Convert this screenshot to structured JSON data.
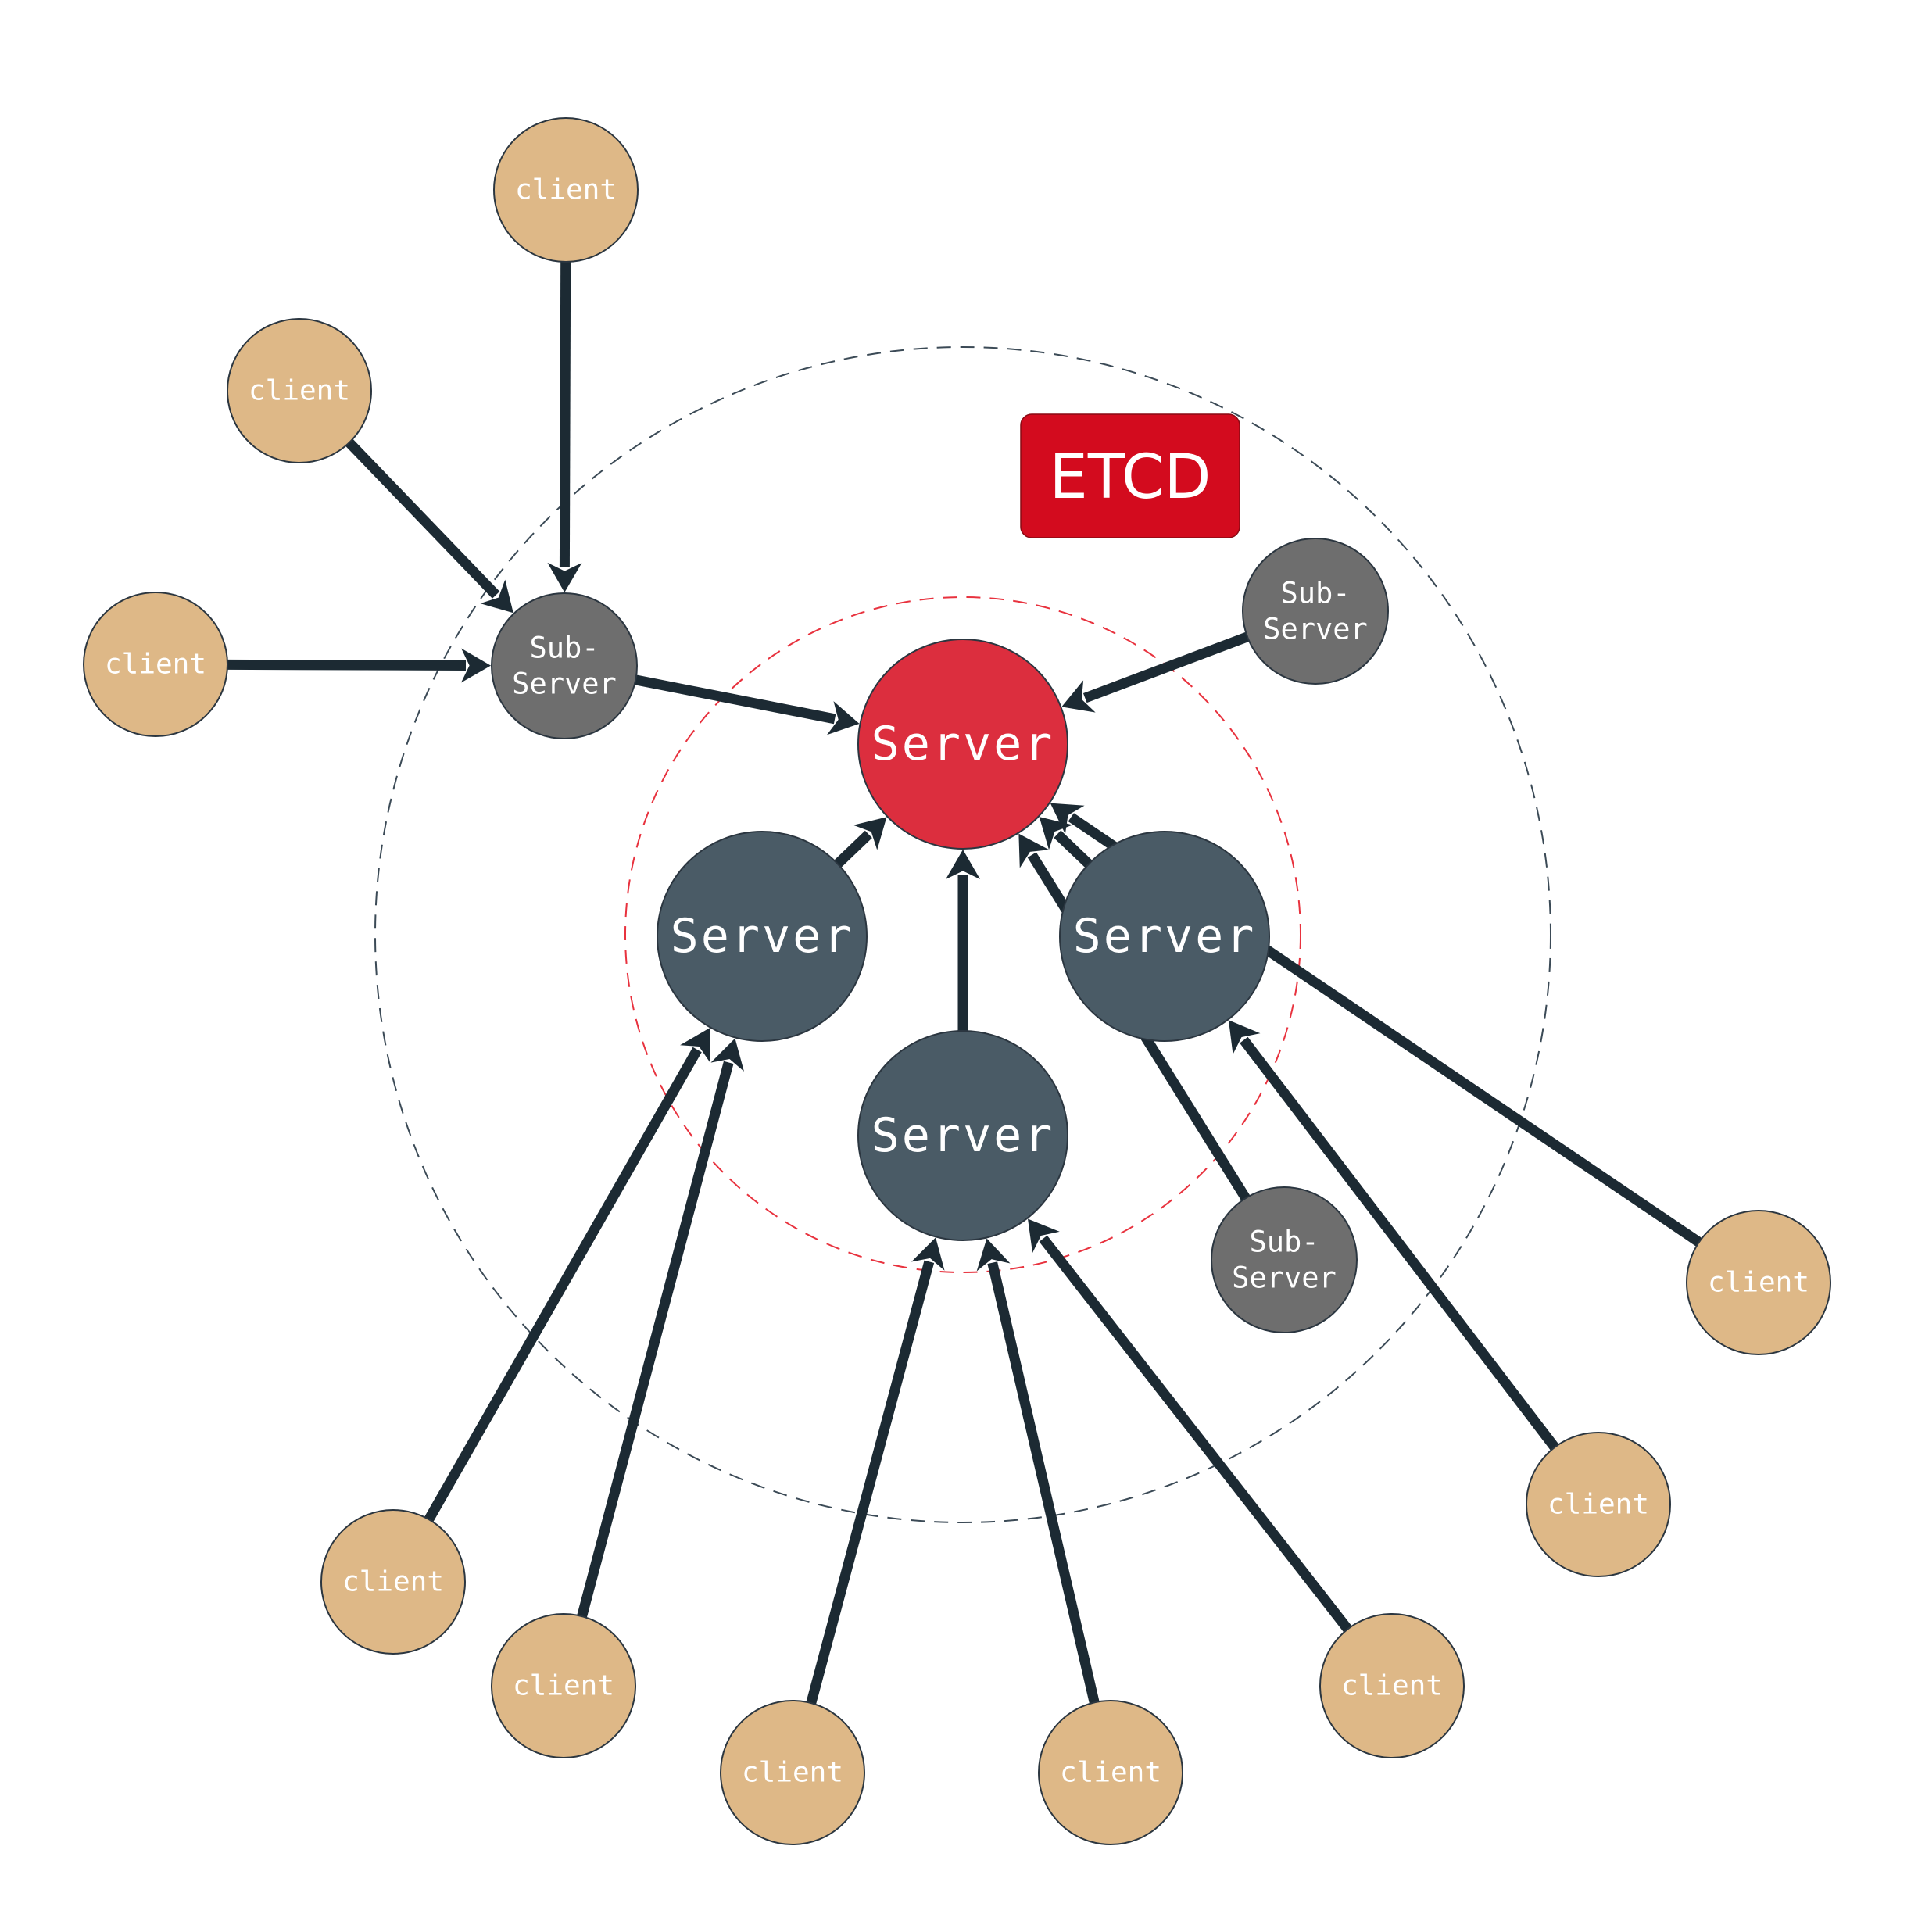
{
  "diagram": {
    "badge": {
      "label": "ETCD",
      "color": "#d30b1e"
    },
    "colors": {
      "client": "#deb887",
      "sub_server": "#6e6e6e",
      "server": "#4a5b66",
      "leader": "#dc2e3e",
      "edge": "#1c2a33",
      "outer_ring": "#3b4a56",
      "inner_ring": "#e8323e"
    },
    "nodes": [
      {
        "id": "leader",
        "kind": "leader",
        "label": "Server"
      },
      {
        "id": "server-left",
        "kind": "server",
        "label": "Server"
      },
      {
        "id": "server-right",
        "kind": "server",
        "label": "Server"
      },
      {
        "id": "server-bottom",
        "kind": "server",
        "label": "Server"
      },
      {
        "id": "sub-left",
        "kind": "sub-server",
        "label": [
          "Sub-",
          "Server"
        ]
      },
      {
        "id": "sub-top-right",
        "kind": "sub-server",
        "label": [
          "Sub-",
          "Server"
        ]
      },
      {
        "id": "sub-bottom-right",
        "kind": "sub-server",
        "label": [
          "Sub-",
          "Server"
        ]
      },
      {
        "id": "client-top",
        "kind": "client",
        "label": "client"
      },
      {
        "id": "client-upper-left",
        "kind": "client",
        "label": "client"
      },
      {
        "id": "client-left",
        "kind": "client",
        "label": "client"
      },
      {
        "id": "client-b1",
        "kind": "client",
        "label": "client"
      },
      {
        "id": "client-b2",
        "kind": "client",
        "label": "client"
      },
      {
        "id": "client-b3",
        "kind": "client",
        "label": "client"
      },
      {
        "id": "client-b4",
        "kind": "client",
        "label": "client"
      },
      {
        "id": "client-b5",
        "kind": "client",
        "label": "client"
      },
      {
        "id": "client-b6",
        "kind": "client",
        "label": "client"
      },
      {
        "id": "client-b7",
        "kind": "client",
        "label": "client"
      }
    ],
    "edges": [
      {
        "from": "client-top",
        "to": "sub-left"
      },
      {
        "from": "client-upper-left",
        "to": "sub-left"
      },
      {
        "from": "client-left",
        "to": "sub-left"
      },
      {
        "from": "sub-left",
        "to": "leader"
      },
      {
        "from": "sub-top-right",
        "to": "leader"
      },
      {
        "from": "client-b7",
        "to": "leader"
      },
      {
        "from": "server-left",
        "to": "leader"
      },
      {
        "from": "server-right",
        "to": "leader"
      },
      {
        "from": "server-bottom",
        "to": "leader"
      },
      {
        "from": "sub-bottom-right",
        "to": "leader"
      },
      {
        "from": "client-b1",
        "to": "server-left"
      },
      {
        "from": "client-b2",
        "to": "server-left"
      },
      {
        "from": "client-b3",
        "to": "server-bottom"
      },
      {
        "from": "client-b4",
        "to": "server-bottom"
      },
      {
        "from": "client-b5",
        "to": "server-bottom"
      },
      {
        "from": "client-b6",
        "to": "server-right"
      }
    ]
  }
}
